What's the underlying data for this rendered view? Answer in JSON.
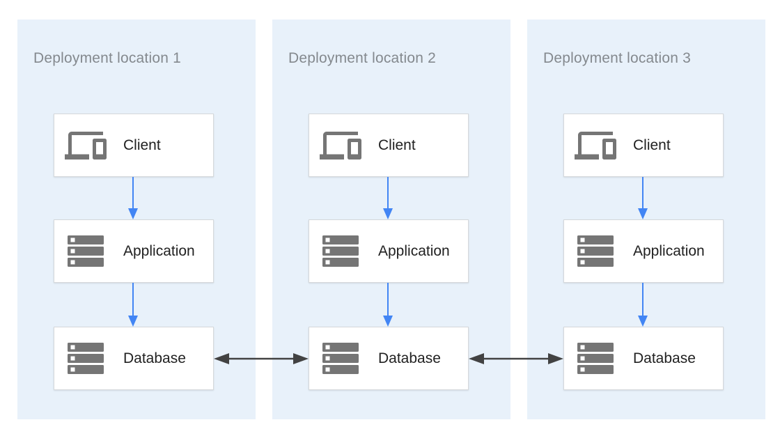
{
  "locations": [
    {
      "title": "Deployment location 1",
      "nodes": [
        {
          "label": "Client",
          "icon": "devices-icon"
        },
        {
          "label": "Application",
          "icon": "servers-icon"
        },
        {
          "label": "Database",
          "icon": "servers-icon"
        }
      ]
    },
    {
      "title": "Deployment location 2",
      "nodes": [
        {
          "label": "Client",
          "icon": "devices-icon"
        },
        {
          "label": "Application",
          "icon": "servers-icon"
        },
        {
          "label": "Database",
          "icon": "servers-icon"
        }
      ]
    },
    {
      "title": "Deployment location 3",
      "nodes": [
        {
          "label": "Client",
          "icon": "devices-icon"
        },
        {
          "label": "Application",
          "icon": "servers-icon"
        },
        {
          "label": "Database",
          "icon": "servers-icon"
        }
      ]
    }
  ],
  "connections": {
    "flow": "Client to Application to Database (downward arrows)",
    "replication": "Database to Database (bidirectional arrows between locations)"
  },
  "colors": {
    "panel_bg": "#E8F1FA",
    "node_bg": "#FFFFFF",
    "node_border": "#D5D8DB",
    "flow_arrow": "#4285F4",
    "replication_arrow": "#424242",
    "title_text": "#84898E",
    "label_text": "#212121",
    "icon": "#757575"
  }
}
